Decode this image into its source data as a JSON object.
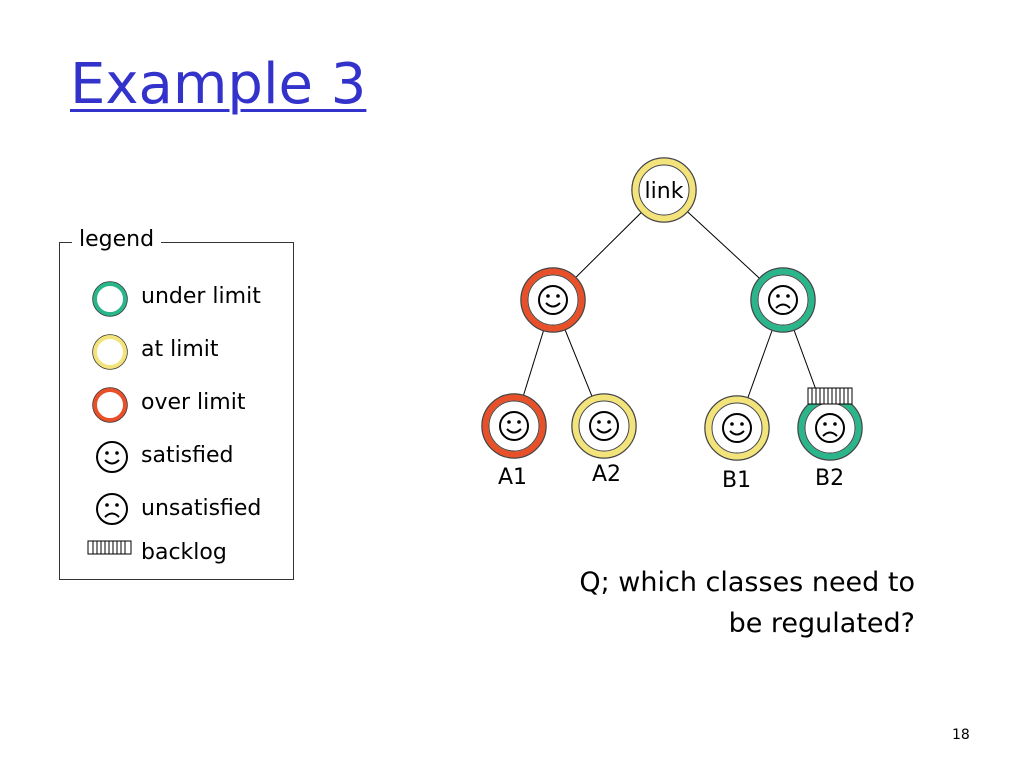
{
  "title": "Example 3",
  "legend": {
    "caption": "legend",
    "items": [
      {
        "key": "under",
        "label": "under limit",
        "color": "#2bb58a"
      },
      {
        "key": "at",
        "label": "at limit",
        "color": "#f2e37a"
      },
      {
        "key": "over",
        "label": "over limit",
        "color": "#e8502a"
      },
      {
        "key": "satisfied",
        "label": "satisfied"
      },
      {
        "key": "unsatisfied",
        "label": "unsatisfied"
      },
      {
        "key": "backlog",
        "label": "backlog"
      }
    ]
  },
  "tree": {
    "nodes": [
      {
        "id": "link",
        "text": "link",
        "status": "at",
        "mood": ""
      },
      {
        "id": "A",
        "text": "",
        "status": "over",
        "mood": "satisfied"
      },
      {
        "id": "B",
        "text": "",
        "status": "under",
        "mood": "unsatisfied"
      },
      {
        "id": "A1",
        "text": "",
        "status": "over",
        "mood": "satisfied",
        "label": "A1"
      },
      {
        "id": "A2",
        "text": "",
        "status": "at",
        "mood": "satisfied",
        "label": "A2"
      },
      {
        "id": "B1",
        "text": "",
        "status": "at",
        "mood": "satisfied",
        "label": "B1"
      },
      {
        "id": "B2",
        "text": "",
        "status": "under",
        "mood": "unsatisfied",
        "label": "B2",
        "backlog": true
      }
    ],
    "edges": [
      [
        "link",
        "A"
      ],
      [
        "link",
        "B"
      ],
      [
        "A",
        "A1"
      ],
      [
        "A",
        "A2"
      ],
      [
        "B",
        "B1"
      ],
      [
        "B",
        "B2"
      ]
    ]
  },
  "question": {
    "line1": "Q; which classes need to",
    "line2": "be regulated?"
  },
  "slide_number": "18"
}
